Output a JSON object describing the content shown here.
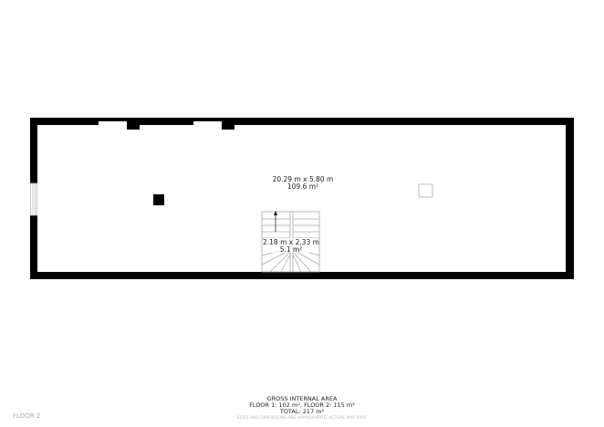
{
  "plan": {
    "main_room": {
      "dimensions": "20.29 m x 5.80 m",
      "area": "109.6 m²"
    },
    "stair_room": {
      "dimensions": "2.18 m x 2.33 m",
      "area": "5.1 m²"
    }
  },
  "footer": {
    "title": "GROSS INTERNAL AREA",
    "floors": "FLOOR 1: 102 m², FLOOR 2: 115 m²",
    "total": "TOTAL: 217 m²",
    "disclaimer": "SIZES AND DIMENSIONS ARE APPROXIMATE, ACTUAL MAY VARY."
  },
  "floor_label": "FLOOR 2",
  "colors": {
    "wall": "#000000",
    "fixture": "#bbbbbb"
  }
}
